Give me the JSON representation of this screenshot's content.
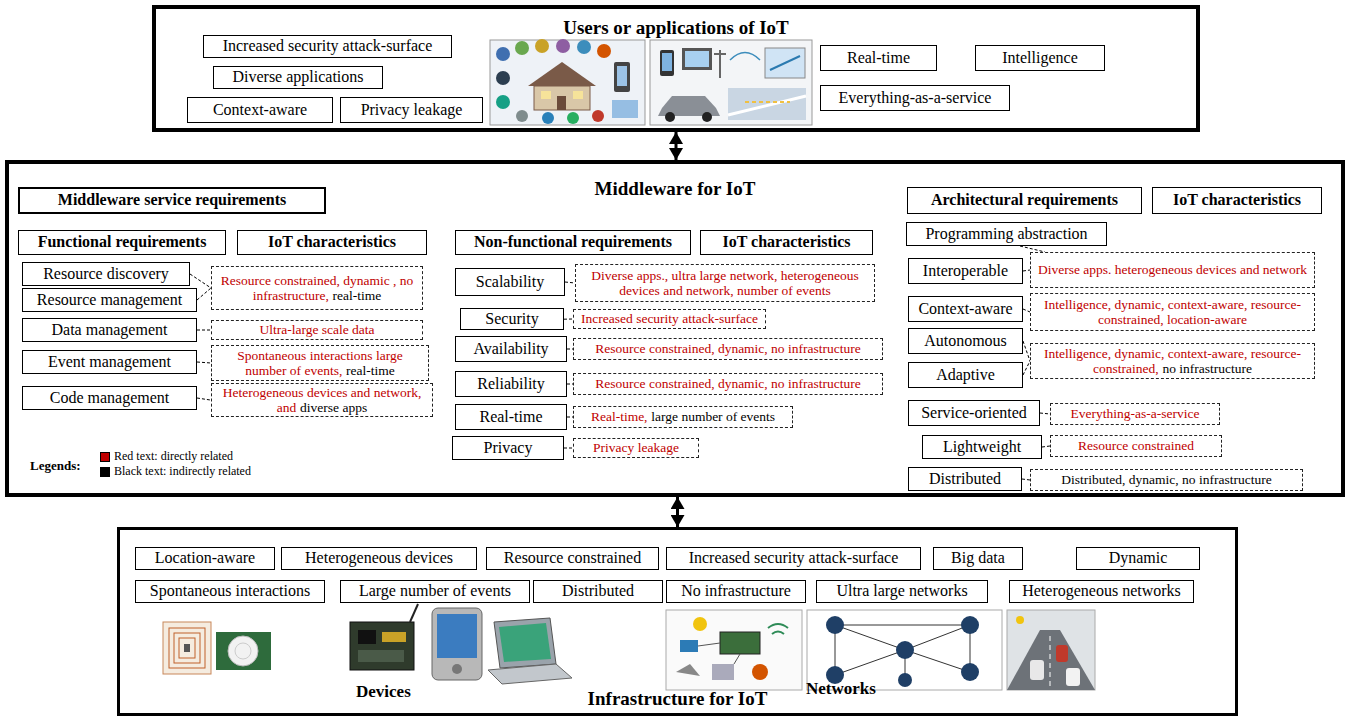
{
  "diagram": {
    "nodes": [
      {
        "text": [
          "Users or applications of IoT"
        ]
      },
      {
        "text": [
          "Increased security attack-surface"
        ],
        "in": 0
      },
      {
        "text": [
          "Diverse applications"
        ],
        "in": 0
      },
      {
        "text": [
          "Context-aware"
        ],
        "in": 0
      },
      {
        "text": [
          "Privacy leakage"
        ],
        "in": 0
      },
      {
        "text": [
          "Real-time"
        ],
        "in": 0
      },
      {
        "text": [
          "Intelligence"
        ],
        "in": 0
      },
      {
        "text": [
          "Everything-as-a-service"
        ],
        "in": 0
      },
      {
        "text": [
          "Middleware for IoT"
        ]
      },
      {
        "text": [
          "Middleware service requirements"
        ],
        "in": 8
      },
      {
        "text": [
          "Functional requirements"
        ],
        "in": 8
      },
      {
        "text": [
          "IoT characteristics"
        ],
        "in": 8
      },
      {
        "text": [
          "Resource discovery"
        ],
        "in": 8
      },
      {
        "text": [
          "Resource management"
        ],
        "in": 8
      },
      {
        "text": [
          "Resource constrained, dynamic , no infrastructure,",
          "real-time"
        ],
        "in": 8
      },
      {
        "text": [
          "Data management"
        ],
        "in": 8
      },
      {
        "text": [
          "Ultra-large scale data"
        ],
        "in": 8
      },
      {
        "text": [
          "Event management"
        ],
        "in": 8
      },
      {
        "text": [
          "Spontaneous interactions large number of events,",
          "real-time"
        ],
        "in": 8
      },
      {
        "text": [
          "Code management"
        ],
        "in": 8
      },
      {
        "text": [
          "Heterogeneous devices and network, and",
          "diverse apps"
        ],
        "in": 8
      },
      {
        "text": [
          "Non-functional requirements"
        ],
        "in": 8
      },
      {
        "text": [
          "IoT characteristics"
        ],
        "in": 8
      },
      {
        "text": [
          "Scalability"
        ],
        "in": 8
      },
      {
        "text": [
          "Diverse apps., ultra large network, heterogeneous devices and network, number of events"
        ],
        "in": 8
      },
      {
        "text": [
          "Security"
        ],
        "in": 8
      },
      {
        "text": [
          "Increased security attack-surface"
        ],
        "in": 8
      },
      {
        "text": [
          "Availability"
        ],
        "in": 8
      },
      {
        "text": [
          "Resource constrained, dynamic, no infrastructure"
        ],
        "in": 8
      },
      {
        "text": [
          "Reliability"
        ],
        "in": 8
      },
      {
        "text": [
          "Resource constrained, dynamic, no infrastructure"
        ],
        "in": 8
      },
      {
        "text": [
          "Real-time"
        ],
        "in": 8
      },
      {
        "text": [
          "Real-time,",
          "large number of events"
        ],
        "in": 8
      },
      {
        "text": [
          "Privacy"
        ],
        "in": 8
      },
      {
        "text": [
          "Privacy leakage"
        ],
        "in": 8
      },
      {
        "text": [
          "Architectural requirements"
        ],
        "in": 8
      },
      {
        "text": [
          "IoT characteristics"
        ],
        "in": 8
      },
      {
        "text": [
          "Programming abstraction"
        ],
        "in": 8
      },
      {
        "text": [
          "Interoperable"
        ],
        "in": 8
      },
      {
        "text": [
          "Diverse apps. heterogeneous devices and network"
        ],
        "in": 8
      },
      {
        "text": [
          "Context-aware"
        ],
        "in": 8
      },
      {
        "text": [
          "Intelligence, dynamic, context-aware, resource-constrained, location-aware"
        ],
        "in": 8
      },
      {
        "text": [
          "Autonomous"
        ],
        "in": 8
      },
      {
        "text": [
          "Adaptive"
        ],
        "in": 8
      },
      {
        "text": [
          "Intelligence, dynamic, context-aware, resource-constrained,",
          "no infrastructure"
        ],
        "in": 8
      },
      {
        "text": [
          "Service-oriented"
        ],
        "in": 8
      },
      {
        "text": [
          "Everything-as-a-service"
        ],
        "in": 8
      },
      {
        "text": [
          "Lightweight"
        ],
        "in": 8
      },
      {
        "text": [
          "Resource constrained"
        ],
        "in": 8
      },
      {
        "text": [
          "Distributed"
        ],
        "in": 8
      },
      {
        "text": [
          "Distributed, dynamic, no infrastructure"
        ],
        "in": 8
      },
      {
        "text": [
          "Infrastructure for IoT"
        ]
      },
      {
        "text": [
          "Location-aware"
        ],
        "in": 51
      },
      {
        "text": [
          "Heterogeneous devices"
        ],
        "in": 51
      },
      {
        "text": [
          "Resource constrained"
        ],
        "in": 51
      },
      {
        "text": [
          "Increased security attack-surface"
        ],
        "in": 51
      },
      {
        "text": [
          "Big data"
        ],
        "in": 51
      },
      {
        "text": [
          "Dynamic"
        ],
        "in": 51
      },
      {
        "text": [
          "Spontaneous interactions"
        ],
        "in": 51
      },
      {
        "text": [
          "Large number of events"
        ],
        "in": 51
      },
      {
        "text": [
          "Distributed"
        ],
        "in": 51
      },
      {
        "text": [
          "No infrastructure"
        ],
        "in": 51
      },
      {
        "text": [
          "Ultra large networks"
        ],
        "in": 51
      },
      {
        "text": [
          "Heterogeneous networks"
        ],
        "in": 51
      }
    ],
    "edges": [
      {
        "from": 0,
        "to": 8,
        "arrow": "both"
      },
      {
        "from": 8,
        "to": 51,
        "arrow": "both"
      },
      {
        "from": 12,
        "to": 14,
        "arrow": "none"
      },
      {
        "from": 13,
        "to": 14,
        "arrow": "none"
      },
      {
        "from": 15,
        "to": 16,
        "arrow": "none"
      },
      {
        "from": 17,
        "to": 18,
        "arrow": "none"
      },
      {
        "from": 19,
        "to": 20,
        "arrow": "none"
      },
      {
        "from": 23,
        "to": 24,
        "arrow": "none"
      },
      {
        "from": 25,
        "to": 26,
        "arrow": "none"
      },
      {
        "from": 27,
        "to": 28,
        "arrow": "none"
      },
      {
        "from": 29,
        "to": 30,
        "arrow": "none"
      },
      {
        "from": 31,
        "to": 32,
        "arrow": "none"
      },
      {
        "from": 33,
        "to": 34,
        "arrow": "none"
      },
      {
        "from": 37,
        "to": 39,
        "arrow": "none"
      },
      {
        "from": 38,
        "to": 39,
        "arrow": "none"
      },
      {
        "from": 40,
        "to": 41,
        "arrow": "none"
      },
      {
        "from": 42,
        "to": 44,
        "arrow": "none"
      },
      {
        "from": 43,
        "to": 44,
        "arrow": "none"
      },
      {
        "from": 45,
        "to": 46,
        "arrow": "none"
      },
      {
        "from": 47,
        "to": 48,
        "arrow": "none"
      },
      {
        "from": 49,
        "to": 50,
        "arrow": "none"
      }
    ],
    "labels": [
      "Devices",
      "Networks",
      "Legends:"
    ],
    "legend": [
      {
        "text": "Red text: directly related",
        "color": "#c00000"
      },
      {
        "text": "Black text: indirectly related",
        "color": "#000000"
      }
    ]
  }
}
